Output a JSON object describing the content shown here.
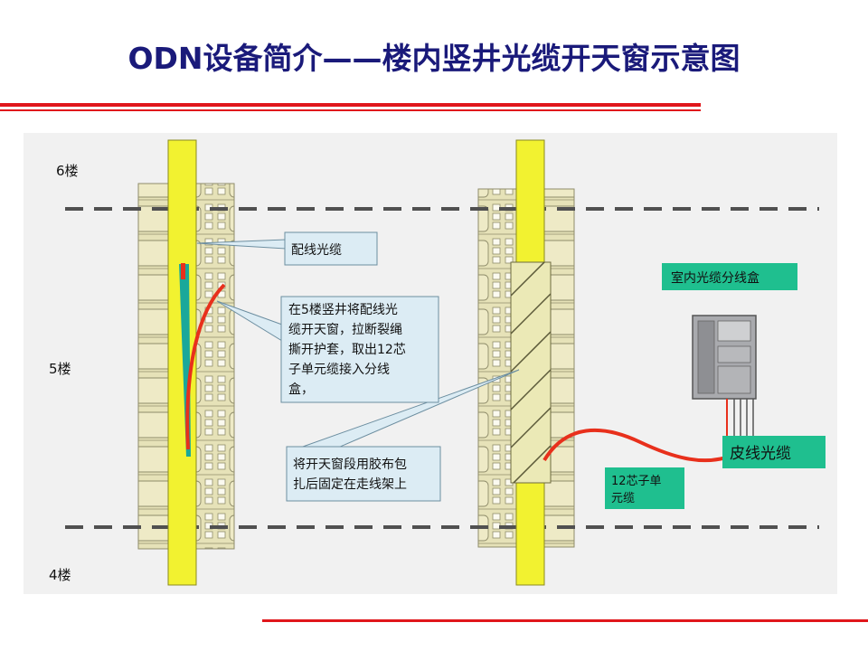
{
  "title": "ODN设备简介——楼内竖井光缆开天窗示意图",
  "floors": {
    "f6": "6楼",
    "f5": "5楼",
    "f4": "4楼"
  },
  "labels": {
    "distribution_cable": "配线光缆",
    "step_open_window": [
      "在5楼竖井将配线光",
      "缆开天窗，拉断裂绳",
      "撕开护套，取出12芯",
      "子单元缆接入分线",
      "盒，"
    ],
    "step_wrap_fix": [
      "将开天窗段用胶布包",
      "扎后固定在走线架上"
    ],
    "indoor_box": "室内光缆分线盒",
    "drop_cable": "皮线光缆",
    "subunit_cable": [
      "12芯子单",
      "元缆"
    ]
  },
  "colors": {
    "title": "#1a1a7a",
    "rule_red": "#e0161b",
    "cable_yellow": "#f2f230",
    "ladder": "#e6e2b8",
    "callout_fill": "#dcecf4",
    "teal_label": "#1fbf8f",
    "fiber_red": "#e8301c",
    "teal_strip": "#1aa89a",
    "box_gray": "#a9aaae"
  }
}
